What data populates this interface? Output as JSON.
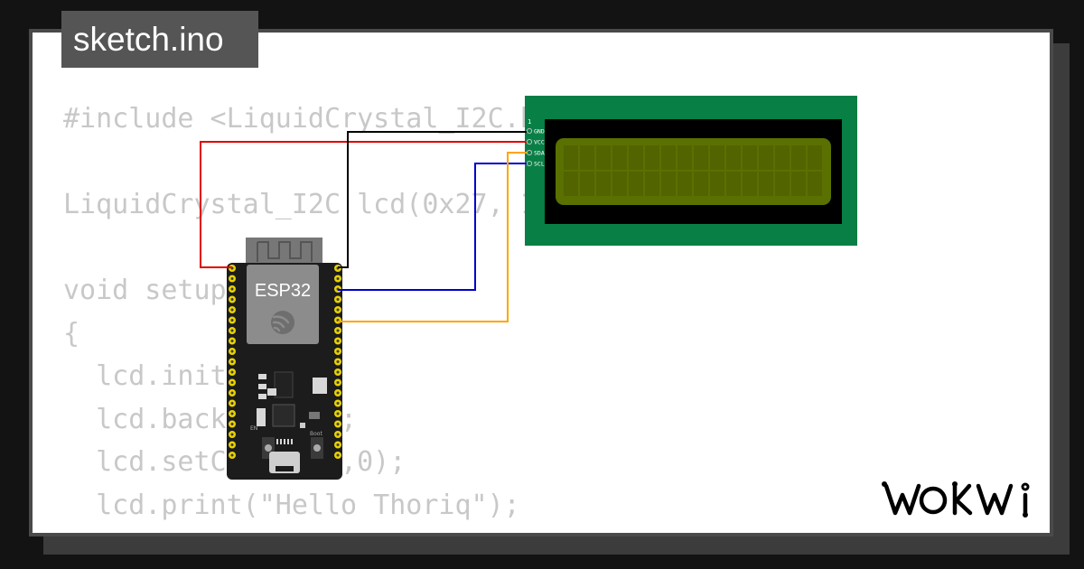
{
  "file_tab": {
    "title": "sketch.ino"
  },
  "code_lines": [
    "#include <LiquidCrystal_I2C.h>",
    "",
    "LiquidCrystal_I2C lcd(0x27, 16, 2);",
    "",
    "void setup()",
    "{",
    "  lcd.init();",
    "  lcd.backlight();",
    "  lcd.setCursor(0,0);",
    "  lcd.print(\"Hello Thoriq\");",
    "}"
  ],
  "esp32": {
    "label": "ESP32",
    "boot_label": "Boot",
    "en_label": "EN"
  },
  "lcd": {
    "pin1_marker": "1",
    "pins": [
      "GND",
      "VCC",
      "SDA",
      "SCL"
    ]
  },
  "wires": [
    {
      "name": "gnd-wire",
      "color": "#000000"
    },
    {
      "name": "vcc-wire",
      "color": "#e00000"
    },
    {
      "name": "sda-wire",
      "color": "#ffa500"
    },
    {
      "name": "scl-wire",
      "color": "#0000cc"
    }
  ],
  "logo": {
    "name": "WOKWI",
    "color": "#000000"
  },
  "colors": {
    "background": "#131313",
    "card": "#ffffff",
    "code_text": "#c8c8c8",
    "tab": "#555555",
    "lcd_board": "#087f45",
    "lcd_screen": "#5a7000",
    "esp32_board": "#1c1c1c"
  }
}
